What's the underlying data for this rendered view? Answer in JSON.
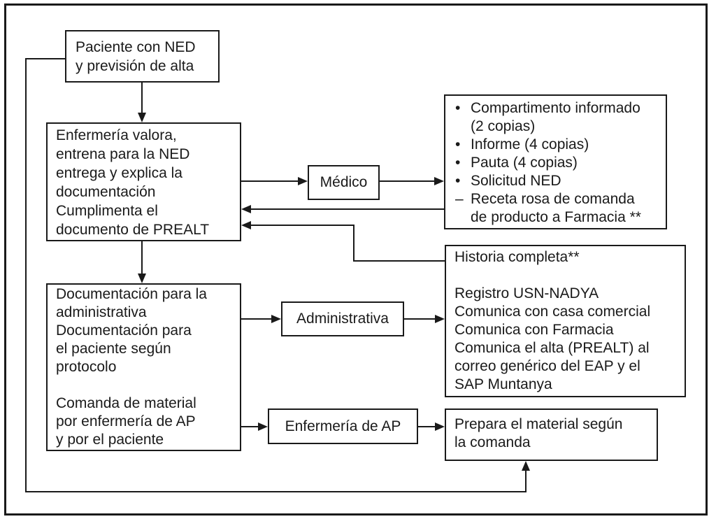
{
  "colors": {
    "line": "#1a1a1a",
    "background": "#ffffff"
  },
  "boxes": {
    "patient": {
      "lines": [
        "Paciente con NED",
        "y previsión de alta"
      ]
    },
    "nursing": {
      "lines": [
        "Enfermería valora,",
        "entrena para la NED",
        "entrega y explica la",
        "documentación",
        "Cumplimenta el",
        "documento de PREALT"
      ]
    },
    "medico": {
      "label": "Médico"
    },
    "documents": {
      "items": [
        {
          "marker": "•",
          "lines": [
            "Compartimento informado",
            "(2 copias)"
          ]
        },
        {
          "marker": "•",
          "lines": [
            "Informe (4 copias)"
          ]
        },
        {
          "marker": "•",
          "lines": [
            "Pauta (4 copias)"
          ]
        },
        {
          "marker": "•",
          "lines": [
            "Solicitud NED"
          ]
        },
        {
          "marker": "–",
          "lines": [
            "Receta rosa de comanda",
            "de producto a Farmacia **"
          ]
        }
      ]
    },
    "historia": {
      "lines": [
        "Historia completa**",
        "",
        "Registro USN-NADYA",
        "Comunica con casa comercial",
        "Comunica con Farmacia",
        "Comunica el alta (PREALT) al",
        "correo genérico del EAP y el",
        "SAP Muntanya"
      ]
    },
    "documentacion": {
      "lines": [
        "Documentación para la",
        "administrativa",
        "Documentación para",
        "el paciente según",
        "protocolo",
        "",
        "Comanda de material",
        "por enfermería de AP",
        "y por el paciente"
      ]
    },
    "administrativa": {
      "label": "Administrativa"
    },
    "enfermeria_ap": {
      "label": "Enfermería de AP"
    },
    "prepara": {
      "lines": [
        "Prepara el material según",
        "la comanda"
      ]
    }
  }
}
